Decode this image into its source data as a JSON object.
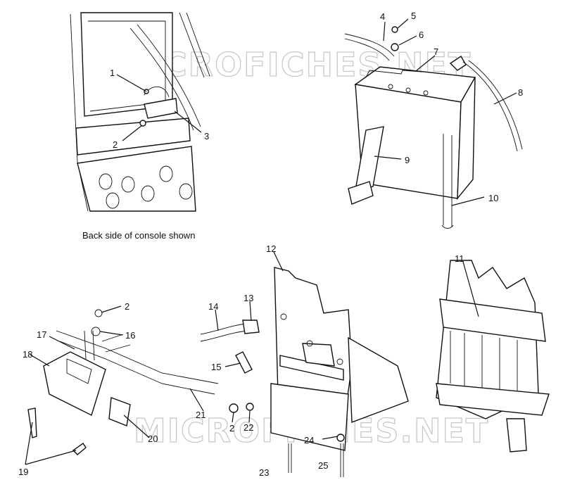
{
  "watermark": "MICROFICHES.NET",
  "caption": "Back side of console shown",
  "callouts": {
    "c1": "1",
    "c2a": "2",
    "c3": "3",
    "c4": "4",
    "c5": "5",
    "c6": "6",
    "c7": "7",
    "c8": "8",
    "c9": "9",
    "c10": "10",
    "c11": "11",
    "c12": "12",
    "c13": "13",
    "c14": "14",
    "c15": "15",
    "c16": "16",
    "c17": "17",
    "c18": "18",
    "c19": "19",
    "c20": "20",
    "c21": "21",
    "c2b": "2",
    "c2c": "2",
    "c22": "22",
    "c23": "23",
    "c24": "24",
    "c25": "25"
  }
}
